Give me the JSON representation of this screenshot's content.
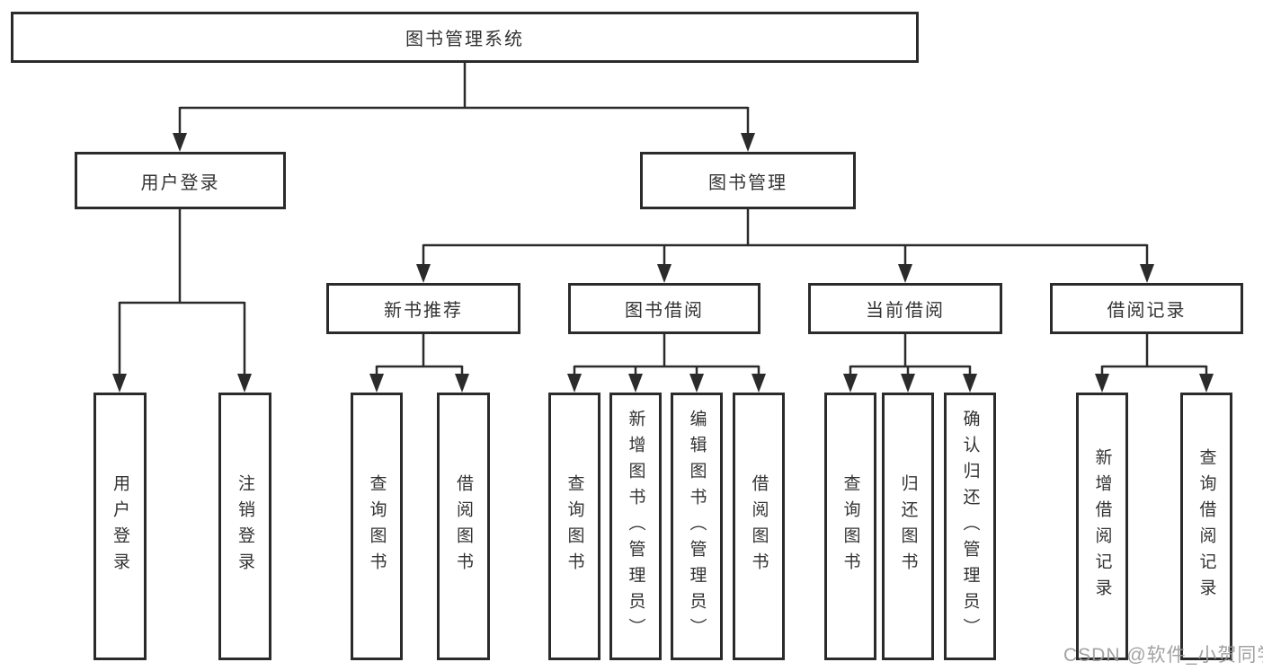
{
  "colors": {
    "line": "#2b2b2b",
    "box_border": "#2b2b2b",
    "text": "#333333",
    "background": "#ffffff",
    "watermark": "#9a9a9a"
  },
  "tree": {
    "root": {
      "label": "图书管理系统",
      "children": [
        {
          "label": "用户登录",
          "children": [
            {
              "label": "用户登录"
            },
            {
              "label": "注销登录"
            }
          ]
        },
        {
          "label": "图书管理",
          "children": [
            {
              "label": "新书推荐",
              "children": [
                {
                  "label": "查询图书"
                },
                {
                  "label": "借阅图书"
                }
              ]
            },
            {
              "label": "图书借阅",
              "children": [
                {
                  "label": "查询图书"
                },
                {
                  "label": "新增图书（管理员）"
                },
                {
                  "label": "编辑图书（管理员）"
                },
                {
                  "label": "借阅图书"
                }
              ]
            },
            {
              "label": "当前借阅",
              "children": [
                {
                  "label": "查询图书"
                },
                {
                  "label": "归还图书"
                },
                {
                  "label": "确认归还（管理员）"
                }
              ]
            },
            {
              "label": "借阅记录",
              "children": [
                {
                  "label": "新增借阅记录"
                },
                {
                  "label": "查询借阅记录"
                }
              ]
            }
          ]
        }
      ]
    }
  },
  "watermark": {
    "text": "CSDN @软件_小贺同学"
  }
}
